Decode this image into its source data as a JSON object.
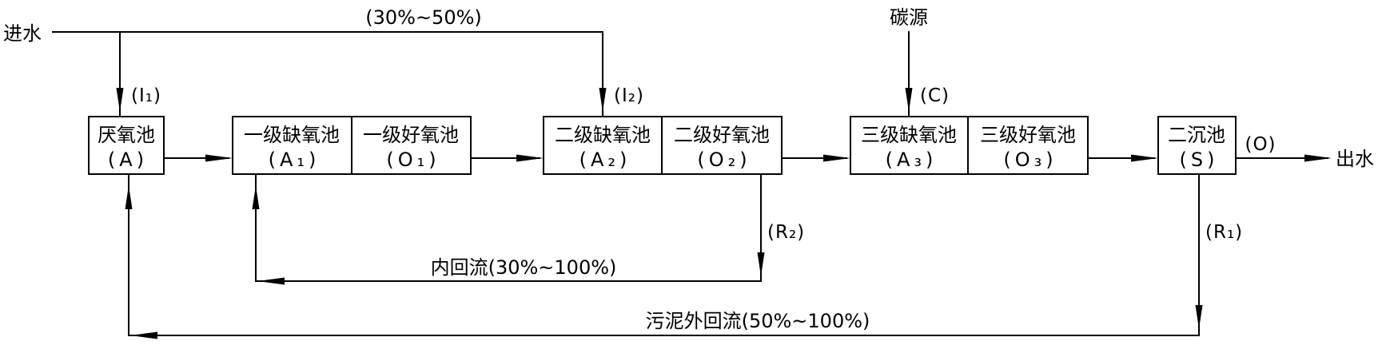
{
  "inputs": {
    "influent": "进水",
    "step_feed_ratio": "(30%~50%)",
    "carbon_source": "碳源"
  },
  "streams": {
    "i1": "(I₁)",
    "i2": "(I₂)",
    "c": "(C)",
    "o": "(O)",
    "r1": "(R₁)",
    "r2": "(R₂)"
  },
  "tanks": {
    "anaerobic": {
      "name": "厌氧池",
      "code": "(A)"
    },
    "anoxic_1": {
      "name": "一级缺氧池",
      "code": "(A₁)"
    },
    "aerobic_1": {
      "name": "一级好氧池",
      "code": "(O₁)"
    },
    "anoxic_2": {
      "name": "二级缺氧池",
      "code": "(A₂)"
    },
    "aerobic_2": {
      "name": "二级好氧池",
      "code": "(O₂)"
    },
    "anoxic_3": {
      "name": "三级缺氧池",
      "code": "(A₃)"
    },
    "aerobic_3": {
      "name": "三级好氧池",
      "code": "(O₃)"
    },
    "clarifier": {
      "name": "二沉池",
      "code": "(S)"
    }
  },
  "recycles": {
    "internal": "内回流(30%~100%)",
    "sludge_external": "污泥外回流(50%~100%)"
  },
  "outputs": {
    "effluent": "出水"
  },
  "colors": {
    "line": "#000000",
    "background": "#ffffff"
  }
}
